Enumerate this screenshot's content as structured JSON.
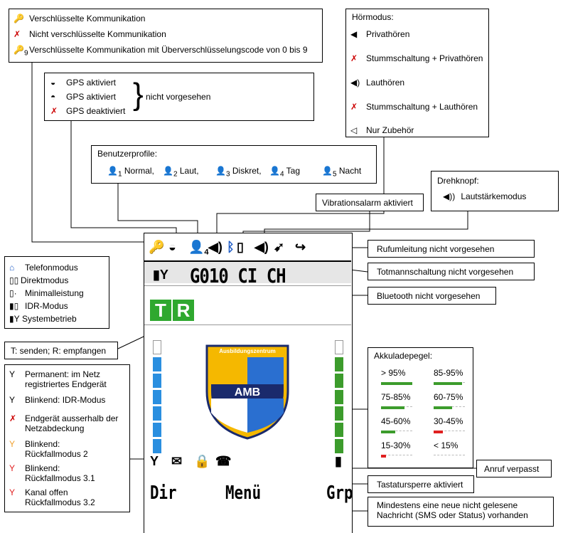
{
  "encryption": {
    "items": [
      {
        "icon": "🔑",
        "text": "Verschlüsselte Kommunikation"
      },
      {
        "icon": "🔑",
        "text": "Nicht verschlüsselte Kommunikation"
      },
      {
        "icon": "🔑9",
        "text": "Verschlüsselte Kommunikation mit Überverschlüsselungscode von 0 bis 9"
      }
    ]
  },
  "gps": {
    "items": [
      "GPS aktiviert",
      "GPS aktiviert",
      "GPS deaktiviert"
    ],
    "note": "nicht vorgesehen"
  },
  "hoermodus": {
    "title": "Hörmodus:",
    "items": [
      "Privathören",
      "Stummschaltung + Privathören",
      "Lauthören",
      "Stummschaltung + Lauthören",
      "Nur Zubehör"
    ]
  },
  "profiles": {
    "title": "Benutzerprofile:",
    "items": [
      {
        "num": "1",
        "label": "Normal,"
      },
      {
        "num": "2",
        "label": "Laut,"
      },
      {
        "num": "3",
        "label": "Diskret,"
      },
      {
        "num": "4",
        "label": "Tag"
      },
      {
        "num": "5",
        "label": "Nacht"
      }
    ]
  },
  "drehknopf": {
    "title": "Drehknopf:",
    "item": "Lautstärkemodus"
  },
  "vibration": "Vibrationsalarm aktiviert",
  "rufumleitung": "Rufumleitung nicht vorgesehen",
  "totmann": "Totmannschaltung nicht vorgesehen",
  "bluetooth": "Bluetooth nicht vorgesehen",
  "modes": {
    "items": [
      "Telefonmodus",
      "Direktmodus",
      "Minimalleistung",
      "IDR-Modus",
      "Systembetrieb"
    ]
  },
  "tr_note": "T: senden; R: empfangen",
  "network": {
    "items": [
      {
        "text": "Permanent: im Netz registriertes Endgerät",
        "color": "#000000"
      },
      {
        "text": "Blinkend: IDR-Modus",
        "color": "#000000"
      },
      {
        "text": "Endgerät ausserhalb der Netzabdeckung",
        "color": "#000000"
      },
      {
        "text": "Blinkend: Rückfallmodus 2",
        "color": "#f0a030"
      },
      {
        "text": "Blinkend: Rückfallmodus 3.1",
        "color": "#e02020"
      },
      {
        "text": "Kanal offen Rückfallmodus 3.2",
        "color": "#e02020"
      }
    ]
  },
  "akku": {
    "title": "Akkuladepegel:",
    "levels": [
      {
        "label": "> 95%",
        "fill": 1.0,
        "color": "#3c9c2c"
      },
      {
        "label": "85-95%",
        "fill": 0.9,
        "color": "#3c9c2c"
      },
      {
        "label": "75-85%",
        "fill": 0.75,
        "color": "#3c9c2c"
      },
      {
        "label": "60-75%",
        "fill": 0.6,
        "color": "#3c9c2c"
      },
      {
        "label": "45-60%",
        "fill": 0.45,
        "color": "#3c9c2c"
      },
      {
        "label": "30-45%",
        "fill": 0.3,
        "color": "#e02020"
      },
      {
        "label": "15-30%",
        "fill": 0.15,
        "color": "#e02020"
      },
      {
        "label": "< 15%",
        "fill": 0.0,
        "color": "#e02020"
      }
    ]
  },
  "anruf": "Anruf verpasst",
  "tastatur": "Tastatursperre aktiviert",
  "nachricht": "Mindestens eine neue nicht gelesene Nachricht (SMS oder Status) vorhanden",
  "display": {
    "title": "G010 CI CH",
    "tr": {
      "t": "T",
      "r": "R"
    },
    "emblem_text": "Ausbildungszentrum",
    "emblem_center": "AMB",
    "soft_left": "Dir",
    "soft_center": "Menü",
    "soft_right": "Grp",
    "profile_num": "4"
  },
  "colors": {
    "green": "#3c9c2c",
    "blue": "#2a8fe0",
    "navy": "#1a2a6c",
    "gold": "#f5b800"
  }
}
